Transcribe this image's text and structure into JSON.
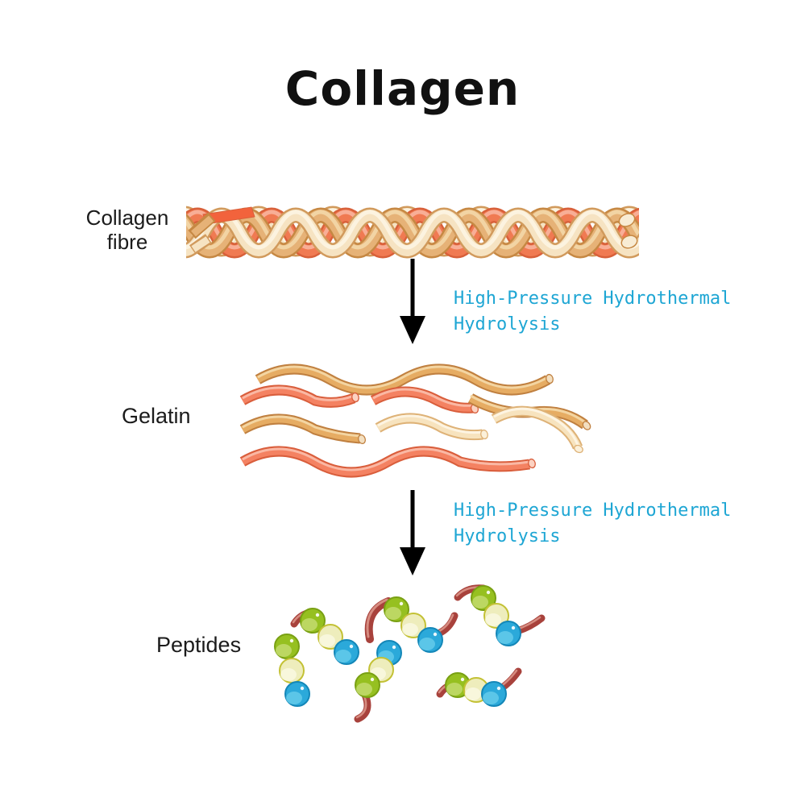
{
  "title": "Collagen",
  "stages": {
    "fibre": {
      "line1": "Collagen",
      "line2": "fibre"
    },
    "gelatin": {
      "label": "Gelatin"
    },
    "peptides": {
      "label": "Peptides"
    }
  },
  "process": {
    "step1": {
      "line1": "High-Pressure Hydrothermal",
      "line2": "Hydrolysis"
    },
    "step2": {
      "line1": "High-Pressure Hydrothermal",
      "line2": "Hydrolysis"
    }
  },
  "icons": {
    "arrow_down": "filled black downward arrow"
  },
  "colors": {
    "background": "#ffffff",
    "title_text": "#111111",
    "label_text": "#1b1b1b",
    "process_text": "#1ea6d4",
    "arrow": "#000000",
    "strand_cream": "#f6e3c2",
    "strand_tan": "#e6b277",
    "strand_salmon": "#f07a52",
    "loose_end_orange": "#f2633c",
    "bead_green": "#96c020",
    "bead_yellow": "#eeedbc",
    "bead_blue": "#2ba9da",
    "backbone_red": "#a8423c"
  }
}
